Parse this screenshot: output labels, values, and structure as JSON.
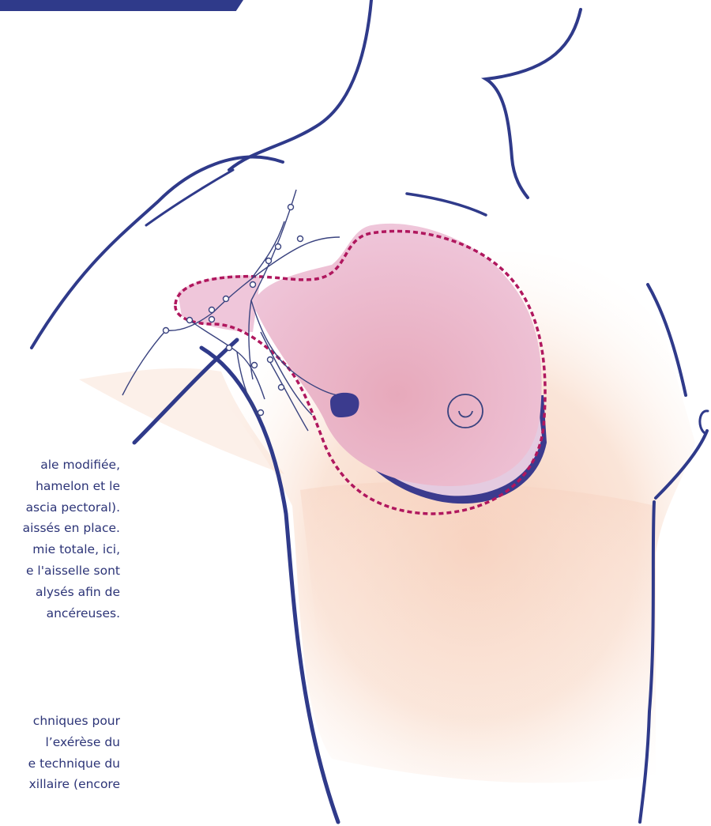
{
  "paragraph_1": {
    "lines": [
      "ale   modifiée,",
      "hamelon  et  le",
      "ascia pectoral).",
      "aissés en place.",
      "mie  totale,  ici,",
      "e l'aisselle sont",
      "alysés  afin  de",
      "ancéreuses."
    ]
  },
  "paragraph_2": {
    "lines": [
      "chniques  pour",
      "l’exérèse   du",
      "e technique du",
      "xillaire (encore"
    ]
  },
  "colors": {
    "outline": "#2f3a8a",
    "skin": "#f6ccb6",
    "breast_fill": "#e9b2c6",
    "dashed_margin": "#b0175e",
    "tumor": "#3b3b8e",
    "text": "#2c3477"
  },
  "icons": [
    "tumor-mark",
    "nipple-icon",
    "lymph-node-icon"
  ]
}
